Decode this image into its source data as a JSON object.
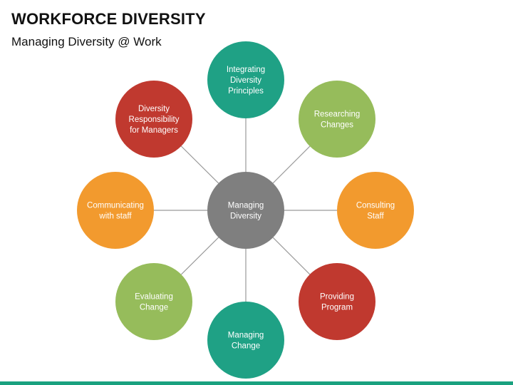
{
  "slide": {
    "title": "WORKFORCE DIVERSITY",
    "subtitle": "Managing Diversity @ Work"
  },
  "diagram": {
    "center": {
      "label": [
        "Managing",
        "Diversity"
      ],
      "color": "#7f7f7f"
    },
    "nodes": [
      {
        "id": "integrating-diversity-principles",
        "label": [
          "Integrating",
          "Diversity",
          "Principles"
        ],
        "color": "#1fa185"
      },
      {
        "id": "researching-changes",
        "label": [
          "Researching",
          "Changes"
        ],
        "color": "#96bc5b"
      },
      {
        "id": "consulting-staff",
        "label": [
          "Consulting",
          "Staff"
        ],
        "color": "#f29a2e"
      },
      {
        "id": "providing-program",
        "label": [
          "Providing",
          "Program"
        ],
        "color": "#c0392f"
      },
      {
        "id": "managing-change",
        "label": [
          "Managing",
          "Change"
        ],
        "color": "#1fa185"
      },
      {
        "id": "evaluating-change",
        "label": [
          "Evaluating",
          "Change"
        ],
        "color": "#96bc5b"
      },
      {
        "id": "communicating-with-staff",
        "label": [
          "Communicating",
          "with staff"
        ],
        "color": "#f29a2e"
      },
      {
        "id": "diversity-responsibility-for-managers",
        "label": [
          "Diversity",
          "Responsibility",
          "for Managers"
        ],
        "color": "#c0392f"
      }
    ],
    "connector_color": "#9a9a9a",
    "accent_bar_color": "#1aa17f"
  }
}
